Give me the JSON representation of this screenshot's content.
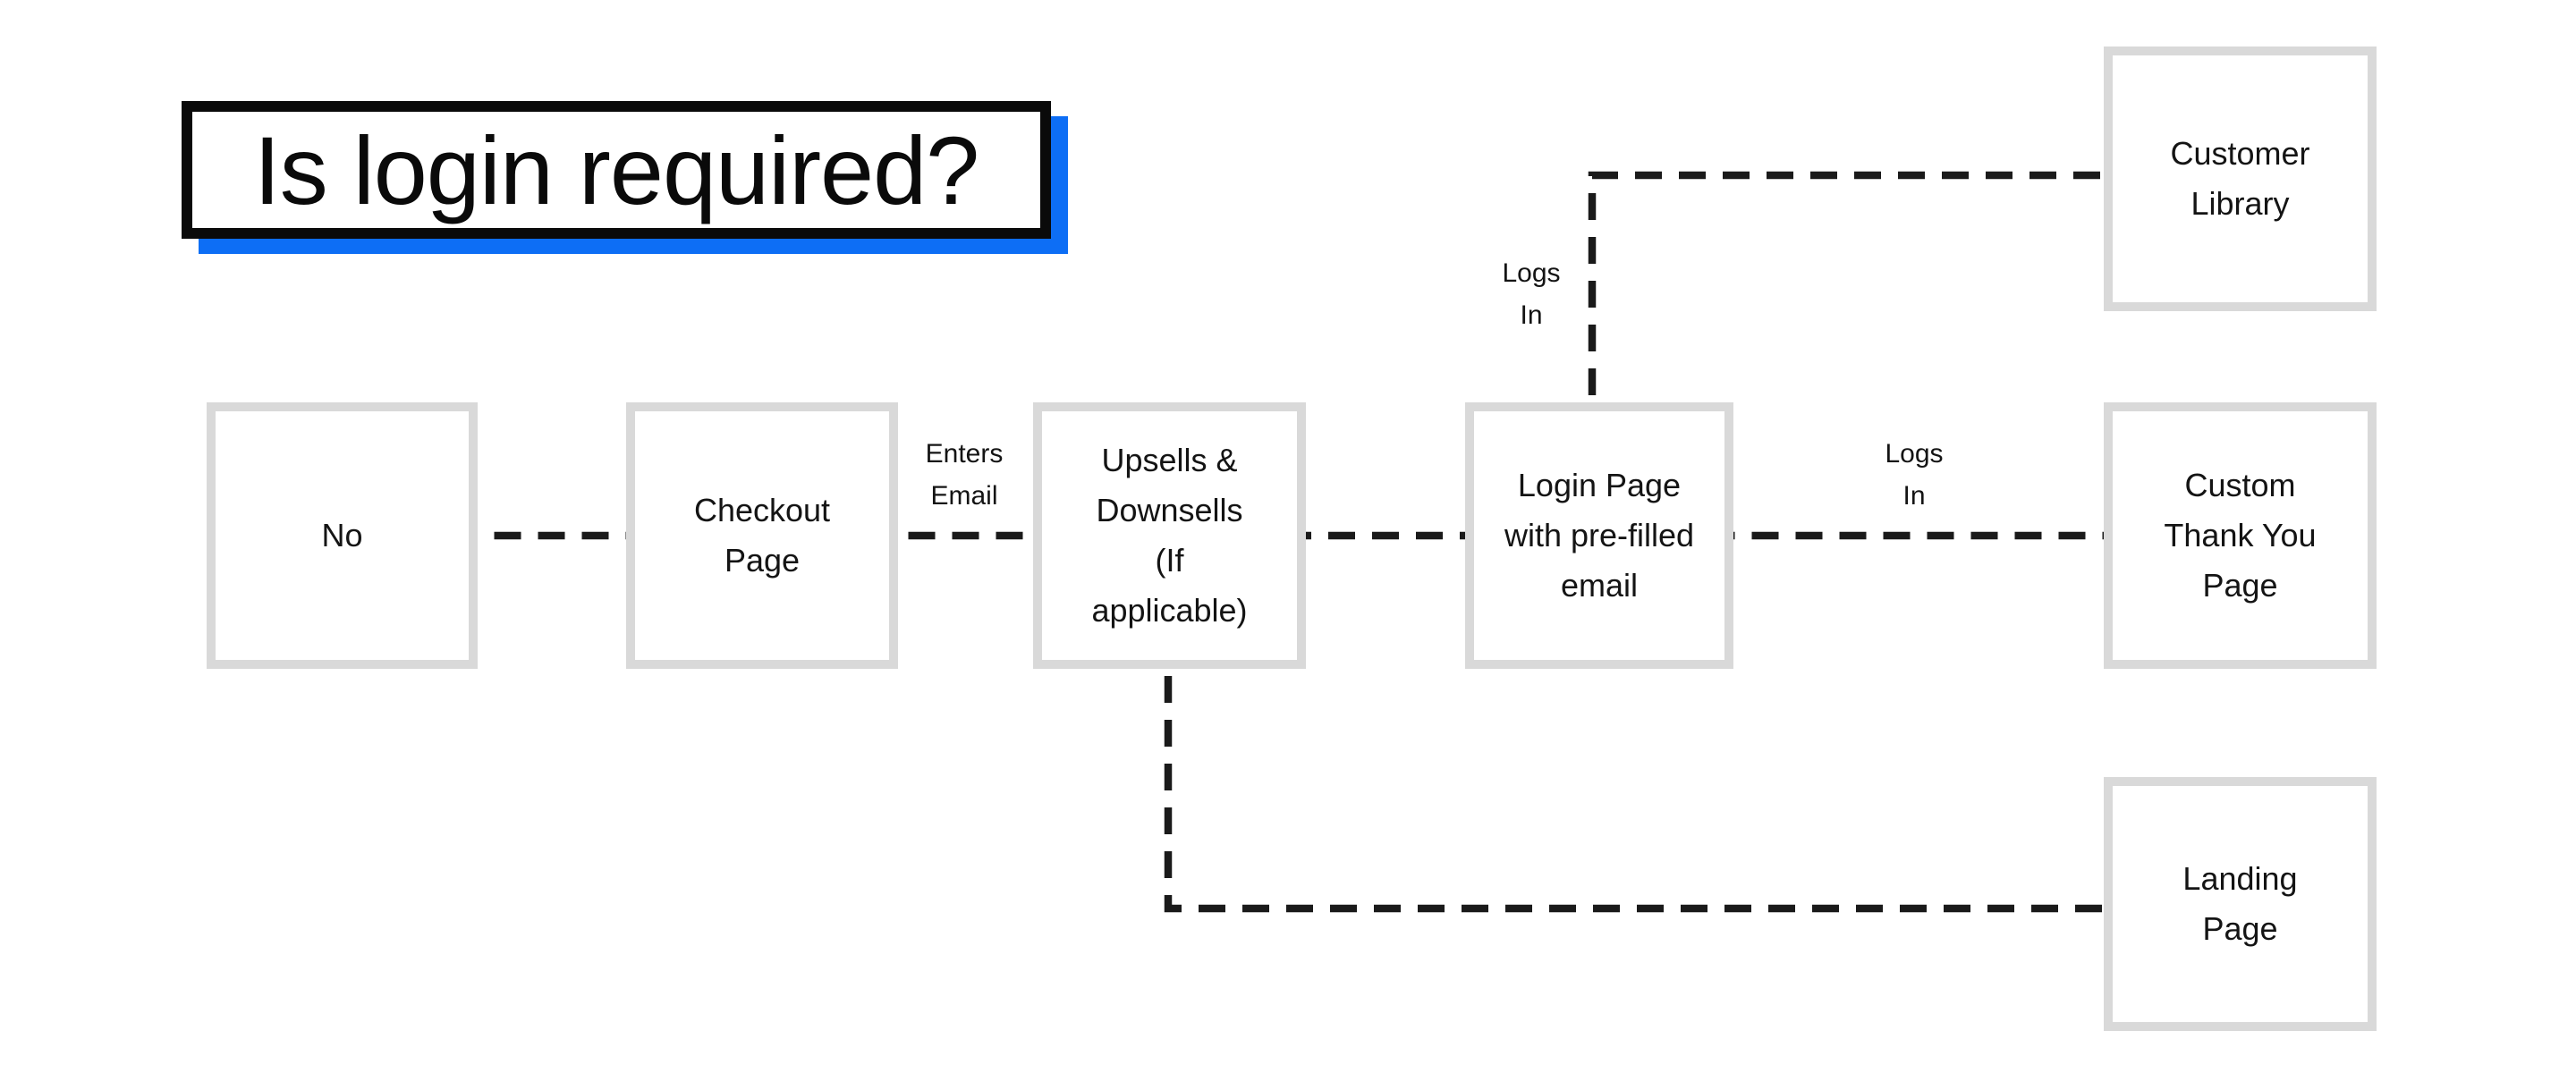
{
  "title": {
    "label": "Is login required?"
  },
  "nodes": [
    {
      "id": "no",
      "label": "No"
    },
    {
      "id": "checkout-page",
      "label": "Checkout\nPage"
    },
    {
      "id": "upsells-downsells",
      "label": "Upsells &\nDownsells\n(If\napplicable)"
    },
    {
      "id": "login-page",
      "label": "Login Page\nwith pre-filled\nemail"
    },
    {
      "id": "customer-library",
      "label": "Customer\nLibrary"
    },
    {
      "id": "custom-thank-you",
      "label": "Custom\nThank You\nPage"
    },
    {
      "id": "landing-page",
      "label": "Landing\nPage"
    }
  ],
  "edge_labels": [
    {
      "id": "enters-email",
      "label": "Enters\nEmail"
    },
    {
      "id": "logs-in-top",
      "label": "Logs\nIn"
    },
    {
      "id": "logs-in-right",
      "label": "Logs\nIn"
    }
  ],
  "colors": {
    "background": "#ffffff",
    "accent_blue_shadow": "#0d6ef5",
    "title_border": "#0a0a0a",
    "node_border": "#d9d9d9",
    "node_fill": "#ffffff",
    "connector": "#1a1a1a",
    "text": "#141414"
  }
}
